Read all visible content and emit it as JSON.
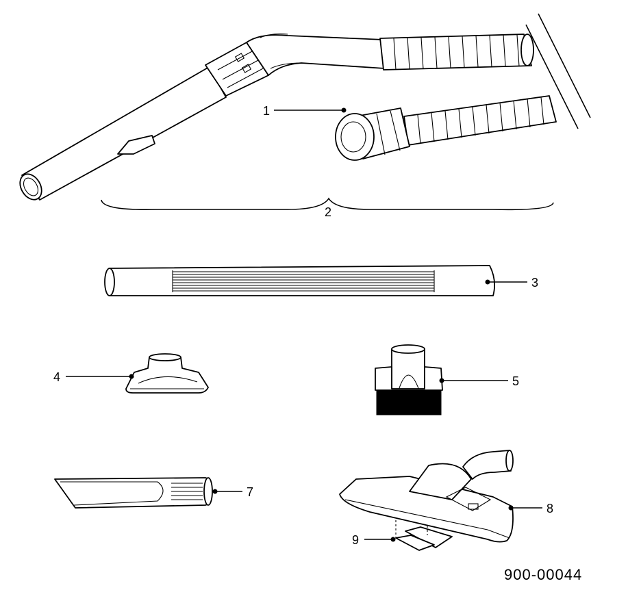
{
  "callouts": [
    "1",
    "2",
    "3",
    "4",
    "5",
    "7",
    "8",
    "9"
  ],
  "drawing_number": "900-00044"
}
